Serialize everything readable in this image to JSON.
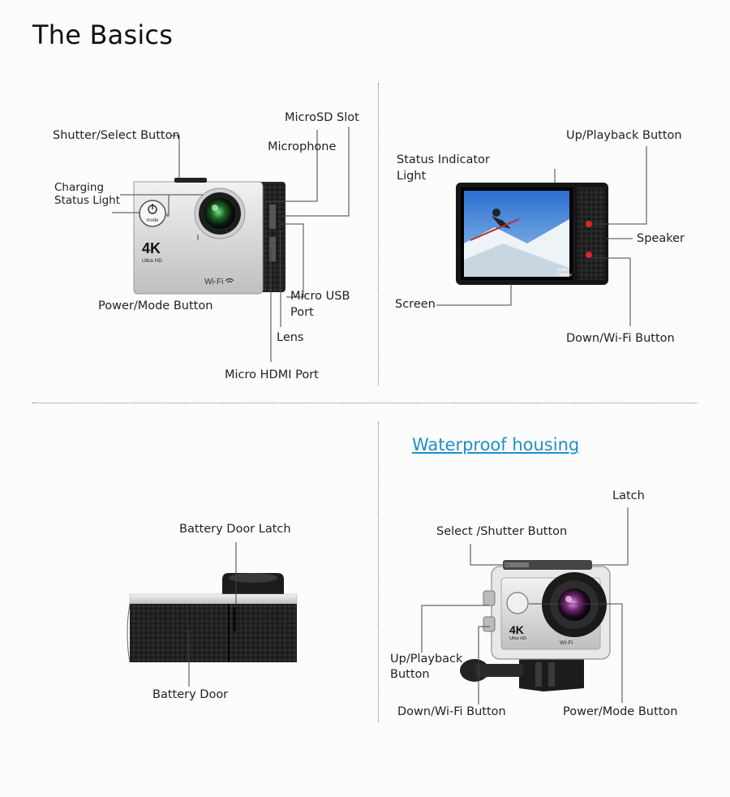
{
  "page": {
    "title": "The Basics",
    "housing_title": "Waterproof housing"
  },
  "front_camera": {
    "badge_main": "4K",
    "badge_sub": "Ultra HD",
    "wifi": "Wi-Fi",
    "mode_text": "mode",
    "labels": {
      "shutter": "Shutter/Select Button",
      "microsd": "MicroSD Slot",
      "microphone": "Microphone",
      "charging_1": "Charging",
      "charging_2": "Status Light",
      "power_mode": "Power/Mode Button",
      "micro_usb_1": "Micro USB",
      "micro_usb_2": "Port",
      "lens": "Lens",
      "micro_hdmi": "Micro HDMI Port"
    }
  },
  "back_camera": {
    "screen_text_1": "Action",
    "screen_text_2": "Camera",
    "labels": {
      "up_playback": "Up/Playback Button",
      "status_1": "Status Indicator",
      "status_2": "Light",
      "speaker": "Speaker",
      "screen": "Screen",
      "down_wifi": "Down/Wi-Fi Button"
    }
  },
  "bottom_camera": {
    "labels": {
      "latch": "Battery Door Latch",
      "door": "Battery Door"
    }
  },
  "housing": {
    "badge_main": "4K",
    "badge_sub": "Ultra HD",
    "wifi": "Wi-Fi",
    "labels": {
      "latch": "Latch",
      "select_shutter": "Select /Shutter Button",
      "up_playback_1": "Up/Playback",
      "up_playback_2": "Button",
      "down_wifi": "Down/Wi-Fi Button",
      "power_mode": "Power/Mode Button"
    }
  },
  "colors": {
    "accent": "#1f8fc7",
    "line": "#444444",
    "record_button": "#d9262b"
  }
}
